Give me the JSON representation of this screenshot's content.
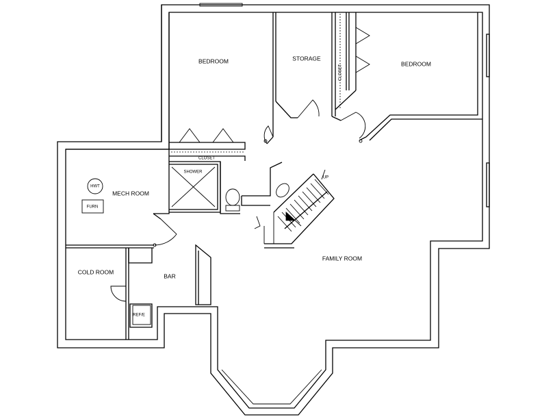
{
  "rooms": {
    "bedroom_left": "BEDROOM",
    "storage": "STORAGE",
    "closet_vertical": "CLOSET",
    "bedroom_right": "BEDROOM",
    "closet_horizontal": "CLOSET",
    "shower": "SHOWER",
    "mech_room": "MECH ROOM",
    "hwt": "HWT",
    "furn": "FURN",
    "up": "UP",
    "family_room": "FAMILY ROOM",
    "cold_room": "COLD ROOM",
    "bar": "BAR",
    "refig": "REF/E"
  }
}
